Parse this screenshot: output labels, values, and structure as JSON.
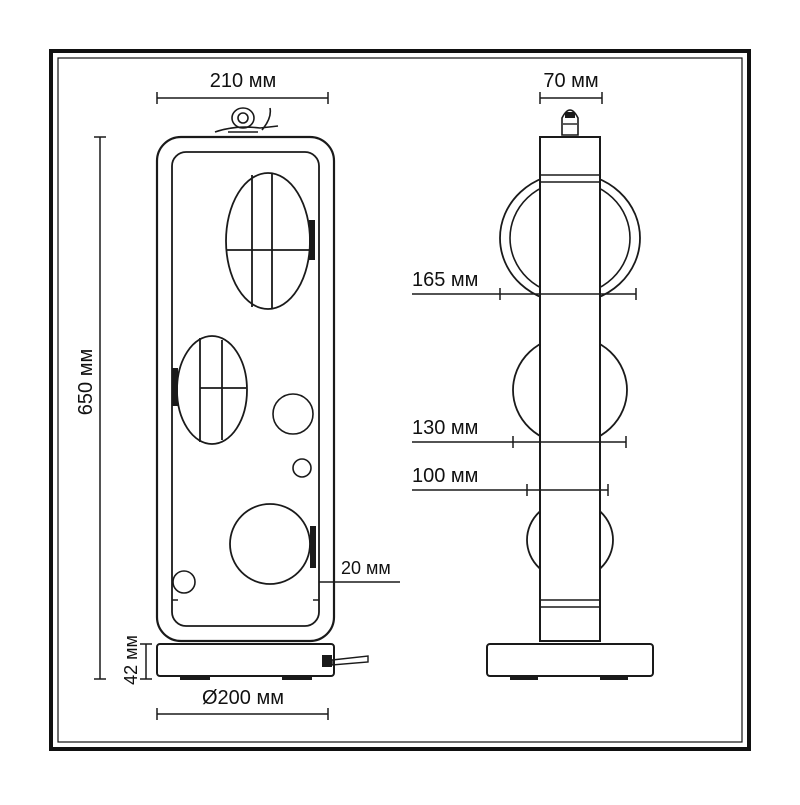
{
  "dimensions": {
    "front_width": "210 мм",
    "side_depth": "70 мм",
    "total_height": "650 мм",
    "base_height": "42 мм",
    "base_diameter": "Ø200 мм",
    "frame_thickness": "20 мм",
    "shade_large": "165 мм",
    "shade_medium": "130 мм",
    "shade_small": "100 мм"
  },
  "colors": {
    "outer_border": "#111111",
    "line": "#1a1a1a",
    "background": "#ffffff"
  }
}
